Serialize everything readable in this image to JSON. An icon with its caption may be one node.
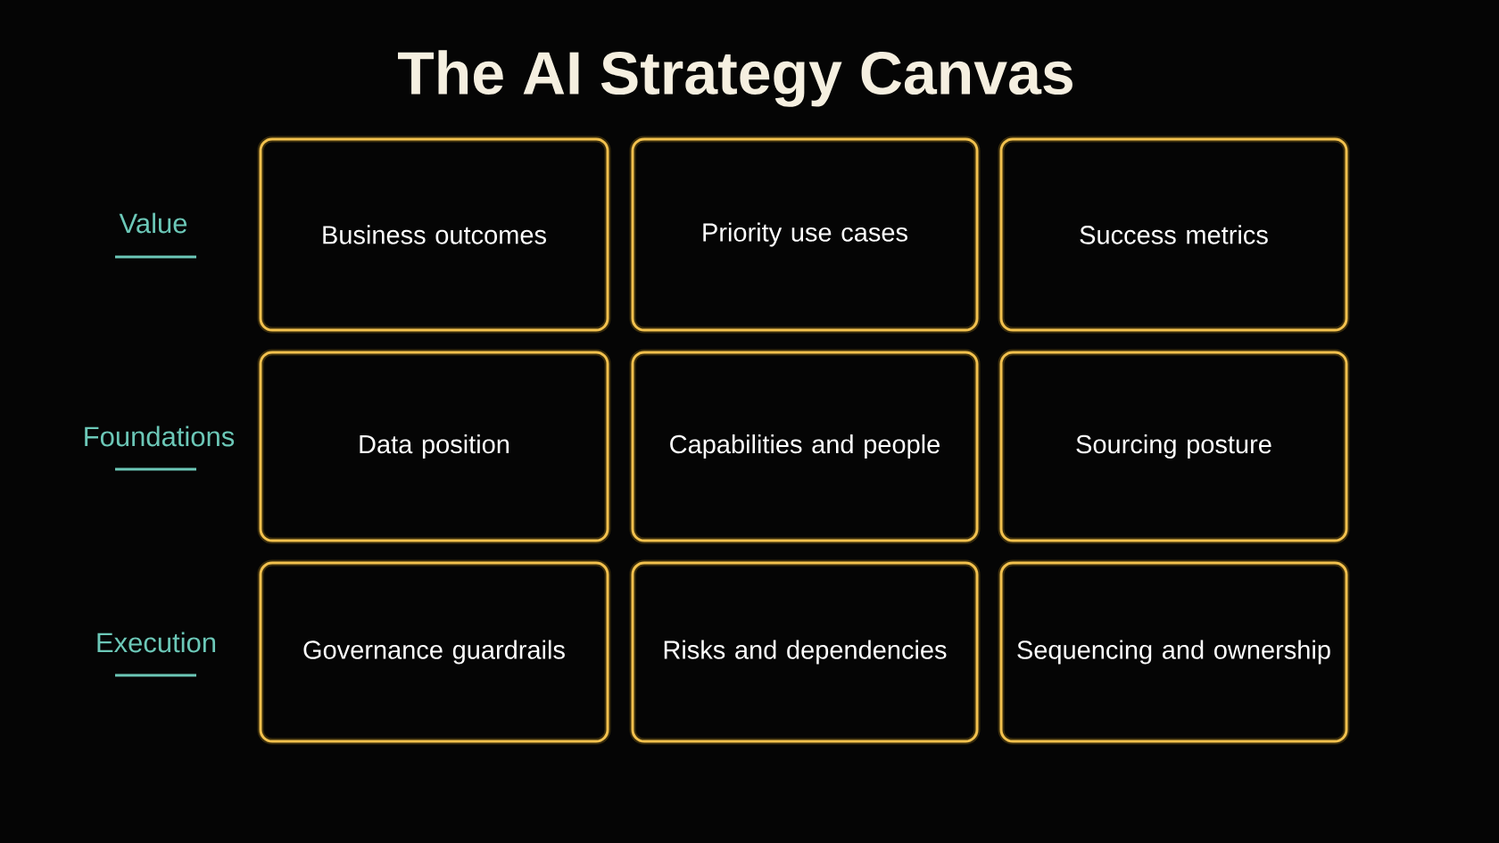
{
  "diagram": {
    "title": "The AI Strategy Canvas",
    "nodes": [
      {
        "text": [
          "Business outcomes"
        ]
      },
      {
        "text": [
          "Priority use cases"
        ]
      },
      {
        "text": [
          "Success metrics"
        ]
      },
      {
        "text": [
          "Data position"
        ]
      },
      {
        "text": [
          "Capabilities and people"
        ]
      },
      {
        "text": [
          "Sourcing posture"
        ]
      },
      {
        "text": [
          "Governance guardrails"
        ]
      },
      {
        "text": [
          "Risks and dependencies"
        ]
      },
      {
        "text": [
          "Sequencing and ownership"
        ]
      }
    ],
    "labels": [
      "Value",
      "Foundations",
      "Execution"
    ]
  }
}
